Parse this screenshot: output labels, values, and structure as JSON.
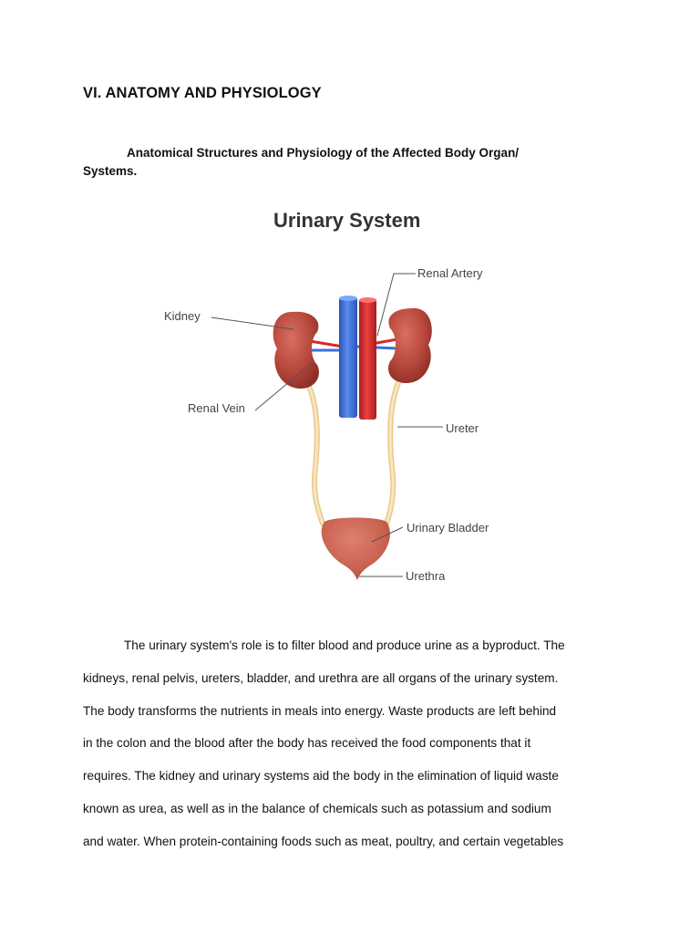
{
  "section_heading": "VI. ANATOMY AND PHYSIOLOGY",
  "subheading": {
    "line1": "Anatomical Structures and Physiology of the Affected Body Organ/",
    "line2": "Systems."
  },
  "figure": {
    "title": "Urinary System",
    "labels": {
      "kidney": "Kidney",
      "renal_artery": "Renal Artery",
      "renal_vein": "Renal Vein",
      "ureter": "Ureter",
      "urinary_bladder": "Urinary Bladder",
      "urethra": "Urethra"
    },
    "colors": {
      "kidney": "#b8483c",
      "vein": "#3a6fd6",
      "artery": "#d42a2a",
      "ureter": "#f2d9a8",
      "bladder": "#c9604e"
    }
  },
  "paragraph_lines": [
    "The urinary system's role is to filter blood and produce urine as a byproduct. The",
    "kidneys, renal pelvis, ureters, bladder, and urethra are all organs of the urinary system.",
    "The body transforms the nutrients in meals into energy. Waste products are left behind",
    "in the colon and the blood after the body has received the food components that it",
    "requires. The kidney and urinary systems aid the body in the elimination of liquid waste",
    "known as urea, as well as in the balance of chemicals such as potassium and sodium",
    "and water. When protein-containing foods such as meat, poultry, and certain vegetables"
  ]
}
